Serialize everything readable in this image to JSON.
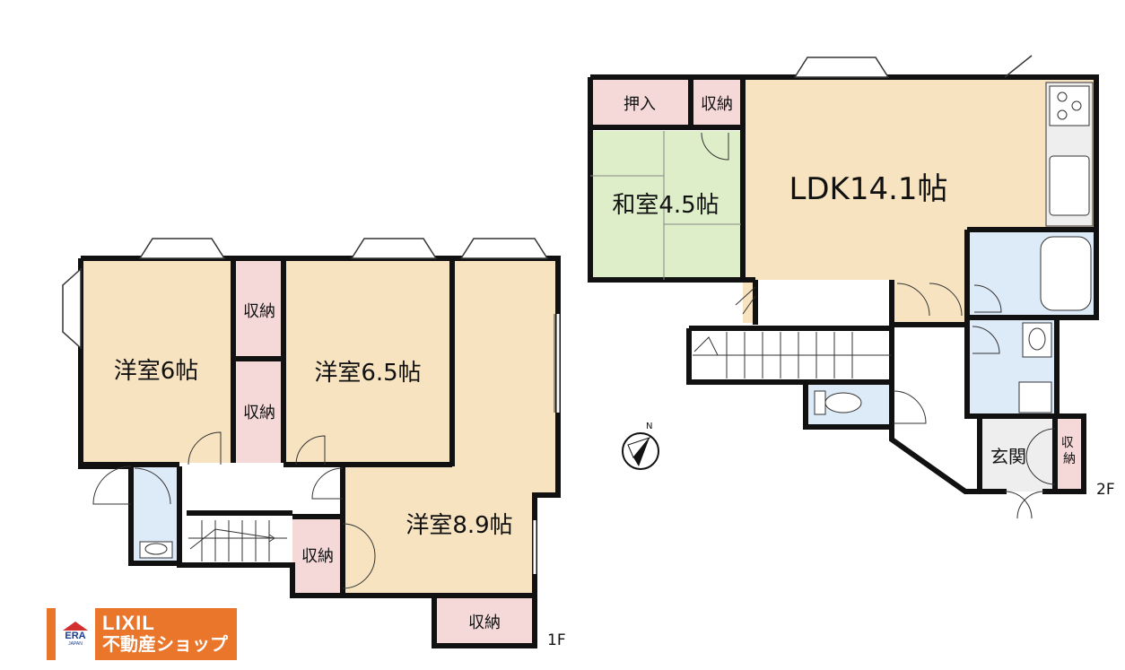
{
  "floor1": {
    "floor_label": "1F",
    "rooms": {
      "western_6": "洋室6帖",
      "western_65": "洋室6.5帖",
      "western_89": "洋室8.9帖",
      "storage_a": "収納",
      "storage_b": "収納",
      "storage_c": "収納",
      "storage_d": "収納"
    }
  },
  "floor2": {
    "floor_label": "2F",
    "rooms": {
      "oshiire": "押入",
      "storage_top": "収納",
      "washitsu": "和室4.5帖",
      "ldk": "LDK14.1帖",
      "genkan": "玄関",
      "storage_genkan": "収納"
    }
  },
  "logo": {
    "brand": "LIXIL",
    "tagline": "不動産ショップ",
    "era": "ERA",
    "era_sub": "JAPAN"
  },
  "compass": {
    "north": "N"
  },
  "colors": {
    "western": "#f7e3c0",
    "storage": "#f5d9d9",
    "washitsu": "#ddeec8",
    "water": "#ddeaf7",
    "genkan": "#eeeeee",
    "wall": "#111111",
    "logo_bg": "#e9762b"
  }
}
